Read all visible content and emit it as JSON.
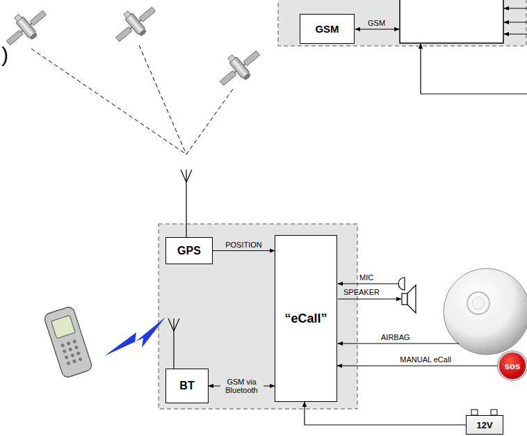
{
  "diagram": {
    "nodes": [
      {
        "text": [
          "GSM"
        ]
      },
      {
        "text": [
          "GPS"
        ]
      },
      {
        "text": [
          "“eCall”"
        ]
      },
      {
        "text": [
          "BT"
        ]
      },
      {
        "text": [
          "sos"
        ]
      },
      {
        "text": [
          "12V"
        ]
      }
    ],
    "edges": [
      {
        "from": 1,
        "to": 2,
        "label": "POSITION",
        "arrow": "to"
      },
      {
        "from": 3,
        "to": 2,
        "label": "GSM via Bluetooth",
        "arrow": "both"
      },
      {
        "from": 4,
        "to": 2,
        "label": "MANUAL eCall",
        "arrow": "to"
      },
      {
        "from": 5,
        "to": 2,
        "arrow": "to"
      }
    ],
    "labels": [
      ")",
      "GSM",
      "MIC",
      "SPEAKER",
      "AIRBAG"
    ]
  }
}
